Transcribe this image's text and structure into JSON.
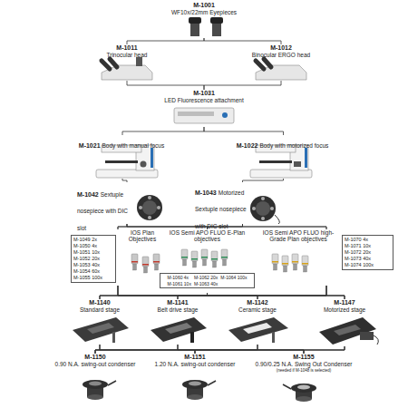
{
  "diagram": {
    "nodes": [
      {
        "text": [
          "M-1001",
          "WF10x/22mm Eyepieces"
        ]
      },
      {
        "text": [
          "M-1011",
          "Trinocular head"
        ]
      },
      {
        "text": [
          "M-1012",
          "Binocular ERGO head"
        ]
      },
      {
        "text": [
          "M-1031",
          "LED Fluorescence attachment"
        ]
      },
      {
        "text": [
          "M-1021",
          "Body with manual focus"
        ]
      },
      {
        "text": [
          "M-1022",
          "Body with motorized focus"
        ]
      },
      {
        "text": [
          "M-1042",
          "Sextuple nosepiece with DIC slot"
        ]
      },
      {
        "text": [
          "M-1043",
          "Motorized Sextuple nosepiece with DIC slot"
        ]
      },
      {
        "text": [
          "IOS Plan Objectives",
          "M-1049 2x",
          "M-1050 4x",
          "M-1051 10x",
          "M-1052 20x",
          "M-1053 40x",
          "M-1054 60x",
          "M-1055 100x"
        ]
      },
      {
        "text": [
          "IOS Semi APO FLUO E-Plan objectives",
          "M-1060 4x",
          "M-1062 20x",
          "M-1064 100x",
          "M-1061 10x",
          "M-1063 40x"
        ]
      },
      {
        "text": [
          "IOS Semi APO FLUO high-Grade Plan objectives",
          "M-1070 4x",
          "M-1071 10x",
          "M-1072 20x",
          "M-1073 40x",
          "M-1074 100x"
        ]
      },
      {
        "text": [
          "M-1140",
          "Standard stage"
        ]
      },
      {
        "text": [
          "M-1141",
          "Belt drive stage"
        ]
      },
      {
        "text": [
          "M-1142",
          "Ceramic stage"
        ]
      },
      {
        "text": [
          "M-1147",
          "Motorized stage"
        ]
      },
      {
        "text": [
          "M-1150",
          "0.90 N.A. swing-out condenser"
        ]
      },
      {
        "text": [
          "M-1151",
          "1.20 N.A. swing-out condenser"
        ]
      },
      {
        "text": [
          "M-1155",
          "0.90/0.25 N.A. Swing Out Condenser",
          "(needed if M-1048 is selected)"
        ]
      }
    ],
    "edges": [
      {
        "from": 0,
        "to": 1,
        "arrow": "none"
      },
      {
        "from": 0,
        "to": 2,
        "arrow": "none"
      },
      {
        "from": 1,
        "to": 3,
        "arrow": "none"
      },
      {
        "from": 2,
        "to": 3,
        "arrow": "none"
      },
      {
        "from": 3,
        "to": 4,
        "arrow": "none"
      },
      {
        "from": 3,
        "to": 5,
        "arrow": "none"
      },
      {
        "from": 4,
        "to": 6,
        "arrow": "none"
      },
      {
        "from": 5,
        "to": 7,
        "arrow": "none"
      },
      {
        "from": 6,
        "to": 8,
        "arrow": "none"
      },
      {
        "from": 6,
        "to": 9,
        "arrow": "none"
      },
      {
        "from": 6,
        "to": 10,
        "arrow": "none"
      },
      {
        "from": 7,
        "to": 8,
        "arrow": "none"
      },
      {
        "from": 7,
        "to": 9,
        "arrow": "none"
      },
      {
        "from": 7,
        "to": 10,
        "arrow": "none"
      },
      {
        "from": 8,
        "to": 11,
        "arrow": "none"
      },
      {
        "from": 8,
        "to": 12,
        "arrow": "none"
      },
      {
        "from": 8,
        "to": 13,
        "arrow": "none"
      },
      {
        "from": 8,
        "to": 14,
        "arrow": "none"
      },
      {
        "from": 9,
        "to": 11,
        "arrow": "none"
      },
      {
        "from": 9,
        "to": 12,
        "arrow": "none"
      },
      {
        "from": 9,
        "to": 13,
        "arrow": "none"
      },
      {
        "from": 9,
        "to": 14,
        "arrow": "none"
      },
      {
        "from": 10,
        "to": 11,
        "arrow": "none"
      },
      {
        "from": 10,
        "to": 12,
        "arrow": "none"
      },
      {
        "from": 10,
        "to": 13,
        "arrow": "none"
      },
      {
        "from": 10,
        "to": 14,
        "arrow": "none"
      },
      {
        "from": 11,
        "to": 15,
        "arrow": "none"
      },
      {
        "from": 11,
        "to": 16,
        "arrow": "none"
      },
      {
        "from": 11,
        "to": 17,
        "arrow": "none"
      },
      {
        "from": 12,
        "to": 15,
        "arrow": "none"
      },
      {
        "from": 12,
        "to": 16,
        "arrow": "none"
      },
      {
        "from": 12,
        "to": 17,
        "arrow": "none"
      },
      {
        "from": 13,
        "to": 15,
        "arrow": "none"
      },
      {
        "from": 13,
        "to": 16,
        "arrow": "none"
      },
      {
        "from": 13,
        "to": 17,
        "arrow": "none"
      },
      {
        "from": 14,
        "to": 15,
        "arrow": "none"
      },
      {
        "from": 14,
        "to": 16,
        "arrow": "none"
      },
      {
        "from": 14,
        "to": 17,
        "arrow": "none"
      }
    ]
  }
}
